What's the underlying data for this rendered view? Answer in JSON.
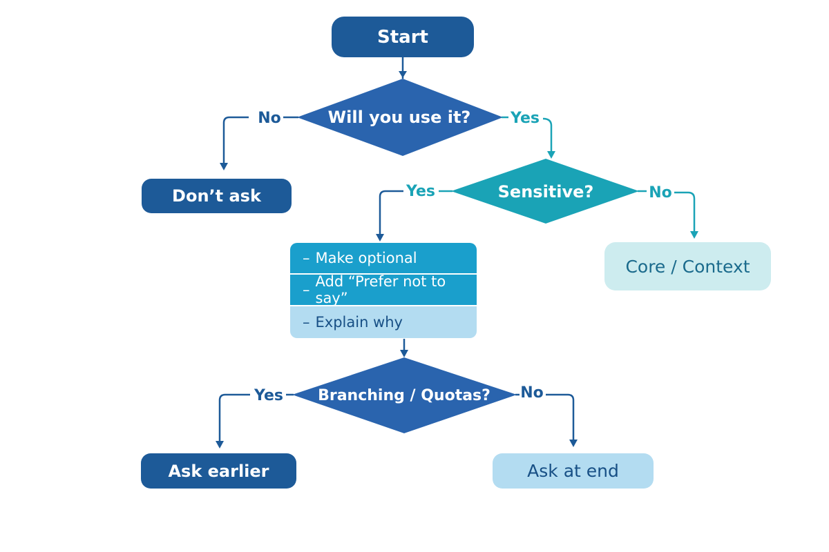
{
  "nodes": {
    "start": "Start",
    "use_question": "Will you use it?",
    "dont_ask": "Don’t ask",
    "sensitive_question": "Sensitive?",
    "core_context": "Core / Context",
    "mitigations": [
      "Make optional",
      "Add “Prefer not to say”",
      "Explain why"
    ],
    "branching_question": "Branching / Quotas?",
    "ask_earlier": "Ask earlier",
    "ask_at_end": "Ask at end"
  },
  "edge_labels": {
    "use_no": "No",
    "use_yes": "Yes",
    "sensitive_yes": "Yes",
    "sensitive_no": "No",
    "branching_yes": "Yes",
    "branching_no": "No"
  },
  "colors": {
    "dark_blue": "#1d5a98",
    "diamond_blue": "#2a64ae",
    "teal": "#1aa3b6",
    "bright_cyan": "#1a9fcc",
    "pale_blue": "#b3dcf1",
    "pale_cyan": "#cdecef"
  }
}
